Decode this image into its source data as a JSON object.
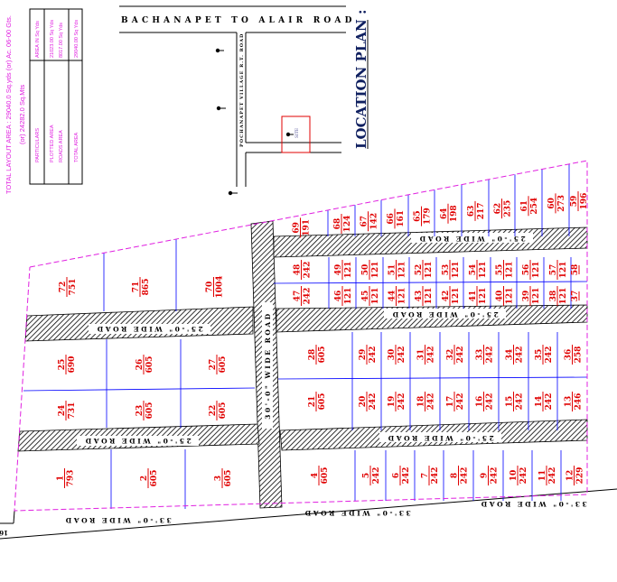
{
  "summary": {
    "total_layout_area": "TOTAL LAYOUT AREA   :  29040.0 Sq.yds (or) Ac. 06-00 Gts.",
    "total_layout_area_metric": "(or)  24282.0  Sq.Mts"
  },
  "area_table": {
    "header": {
      "label": "PARTICULARS",
      "value": "AREA IN Sq Yds"
    },
    "rows": [
      {
        "label": "PLOTTED AREA",
        "value": "21023.00 Sq Yds"
      },
      {
        "label": "ROADS AREA",
        "value": "8017.00 Sq Yds"
      },
      {
        "label": "TOTAL AREA",
        "value": "29040.00 Sq Yds"
      }
    ]
  },
  "location_plan": {
    "title": "LOCATION PLAN :",
    "main_road": "BACHANAPET  TO  ALAIR  ROAD",
    "side_road": "POCHANAPET VILLAGE R.T. ROAD",
    "site_label": "SITE",
    "site_color": "#e00000"
  },
  "roads": {
    "road_25": "25'-0\" WIDE ROAD",
    "road_30": "30'-0\" WIDE ROAD",
    "road_33": "33'-0\" WIDE ROAD",
    "edge_mark": "16"
  },
  "colors": {
    "boundary": "#e020e0",
    "plot_line": "#0000ff",
    "plot_label": "#e00000",
    "road_hatch": "#000000"
  },
  "plots": [
    {
      "no": "1",
      "area": "793"
    },
    {
      "no": "2",
      "area": "605"
    },
    {
      "no": "3",
      "area": "605"
    },
    {
      "no": "4",
      "area": "605"
    },
    {
      "no": "5",
      "area": "242"
    },
    {
      "no": "6",
      "area": "242"
    },
    {
      "no": "7",
      "area": "242"
    },
    {
      "no": "8",
      "area": "242"
    },
    {
      "no": "9",
      "area": "242"
    },
    {
      "no": "10",
      "area": "242"
    },
    {
      "no": "11",
      "area": "242"
    },
    {
      "no": "12",
      "area": "229"
    },
    {
      "no": "13",
      "area": "246"
    },
    {
      "no": "14",
      "area": "242"
    },
    {
      "no": "15",
      "area": "242"
    },
    {
      "no": "16",
      "area": "242"
    },
    {
      "no": "17",
      "area": "242"
    },
    {
      "no": "18",
      "area": "242"
    },
    {
      "no": "19",
      "area": "242"
    },
    {
      "no": "20",
      "area": "242"
    },
    {
      "no": "21",
      "area": "605"
    },
    {
      "no": "22",
      "area": "605"
    },
    {
      "no": "23",
      "area": "605"
    },
    {
      "no": "24",
      "area": "731"
    },
    {
      "no": "25",
      "area": "690"
    },
    {
      "no": "26",
      "area": "605"
    },
    {
      "no": "27",
      "area": "605"
    },
    {
      "no": "28",
      "area": "605"
    },
    {
      "no": "29",
      "area": "242"
    },
    {
      "no": "30",
      "area": "242"
    },
    {
      "no": "31",
      "area": "242"
    },
    {
      "no": "32",
      "area": "242"
    },
    {
      "no": "33",
      "area": "242"
    },
    {
      "no": "34",
      "area": "242"
    },
    {
      "no": "35",
      "area": "242"
    },
    {
      "no": "36",
      "area": "258"
    },
    {
      "no": "37",
      "area": ""
    },
    {
      "no": "38",
      "area": "121"
    },
    {
      "no": "39",
      "area": "121"
    },
    {
      "no": "40",
      "area": "121"
    },
    {
      "no": "41",
      "area": "121"
    },
    {
      "no": "42",
      "area": "121"
    },
    {
      "no": "43",
      "area": "121"
    },
    {
      "no": "44",
      "area": "121"
    },
    {
      "no": "45",
      "area": "121"
    },
    {
      "no": "46",
      "area": "121"
    },
    {
      "no": "47",
      "area": "242"
    },
    {
      "no": "48",
      "area": "242"
    },
    {
      "no": "49",
      "area": "121"
    },
    {
      "no": "50",
      "area": "121"
    },
    {
      "no": "51",
      "area": "121"
    },
    {
      "no": "52",
      "area": "121"
    },
    {
      "no": "53",
      "area": "121"
    },
    {
      "no": "54",
      "area": "121"
    },
    {
      "no": "55",
      "area": "121"
    },
    {
      "no": "56",
      "area": "121"
    },
    {
      "no": "57",
      "area": "121"
    },
    {
      "no": "58",
      "area": ""
    },
    {
      "no": "59",
      "area": "196"
    },
    {
      "no": "60",
      "area": "273"
    },
    {
      "no": "61",
      "area": "254"
    },
    {
      "no": "62",
      "area": "235"
    },
    {
      "no": "63",
      "area": "217"
    },
    {
      "no": "64",
      "area": "198"
    },
    {
      "no": "65",
      "area": "179"
    },
    {
      "no": "66",
      "area": "161"
    },
    {
      "no": "67",
      "area": "142"
    },
    {
      "no": "68",
      "area": "124"
    },
    {
      "no": "69",
      "area": "191"
    },
    {
      "no": "70",
      "area": "1004"
    },
    {
      "no": "71",
      "area": "865"
    },
    {
      "no": "72",
      "area": "751"
    }
  ]
}
